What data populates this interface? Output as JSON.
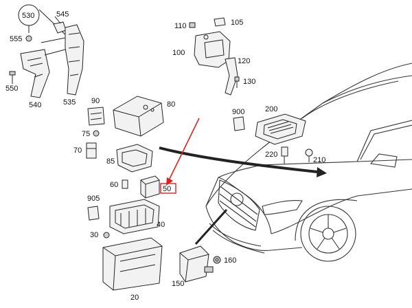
{
  "diagram": {
    "labels": {
      "p530": "530",
      "p545": "545",
      "p555": "555",
      "p550": "550",
      "p540": "540",
      "p535": "535",
      "p110": "110",
      "p105": "105",
      "p100": "100",
      "p120": "120",
      "p130": "130",
      "p90": "90",
      "p80": "80",
      "p900": "900",
      "p200": "200",
      "p75": "75",
      "p70": "70",
      "p85": "85",
      "p220": "220",
      "p210": "210",
      "p60": "60",
      "p50": "50",
      "p905": "905",
      "p40": "40",
      "p30": "30",
      "p160": "160",
      "p150": "150",
      "p20": "20"
    },
    "highlight": {
      "part": "50",
      "color": "#e0201b"
    },
    "accent_color": "#e0201b"
  }
}
